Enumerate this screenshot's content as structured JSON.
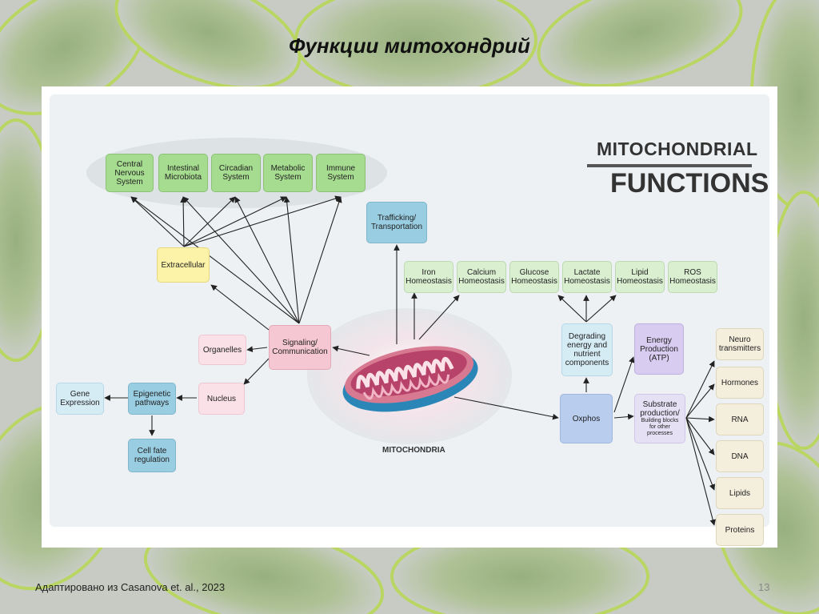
{
  "slide": {
    "title": "Функции митохондрий",
    "footer": "Адаптировано из Casanova et. al., 2023",
    "page_number": "13"
  },
  "diagram": {
    "heading_line1": "MITOCHONDRIAL",
    "heading_line2": "FUNCTIONS",
    "mitochondria_label": "MITOCHONDRIA",
    "systems": {
      "cns": "Central\nNervous\nSystem",
      "intestinal": "Intestinal\nMicrobiota",
      "circadian": "Circadian\nSystem",
      "metabolic": "Metabolic\nSystem",
      "immune": "Immune\nSystem"
    },
    "extracellular": "Extracellular",
    "trafficking": "Trafficking/\nTransportation",
    "homeostasis": {
      "iron": "Iron\nHomeostasis",
      "calcium": "Calcium\nHomeostasis",
      "glucose": "Glucose\nHomeostasis",
      "lactate": "Lactate\nHomeostasis",
      "lipid": "Lipid\nHomeostasis",
      "ros": "ROS\nHomeostasis"
    },
    "signaling": "Signaling/\nCommunication",
    "organelles": "Organelles",
    "nucleus": "Nucleus",
    "epigenetic": "Epigenetic\npathways",
    "gene_expression": "Gene\nExpression",
    "cell_fate": "Cell fate\nregulation",
    "degrading": "Degrading\nenergy and\nnutrient\ncomponents",
    "energy": "Energy\nProduction\n(ATP)",
    "oxphos": "Oxphos",
    "substrate_title": "Substrate\nproduction/",
    "substrate_sub": "Building blocks\nfor other processes",
    "products": {
      "neuro": "Neuro\ntransmitters",
      "hormones": "Hormones",
      "rna": "RNA",
      "dna": "DNA",
      "lipids": "Lipids",
      "proteins": "Proteins"
    }
  }
}
